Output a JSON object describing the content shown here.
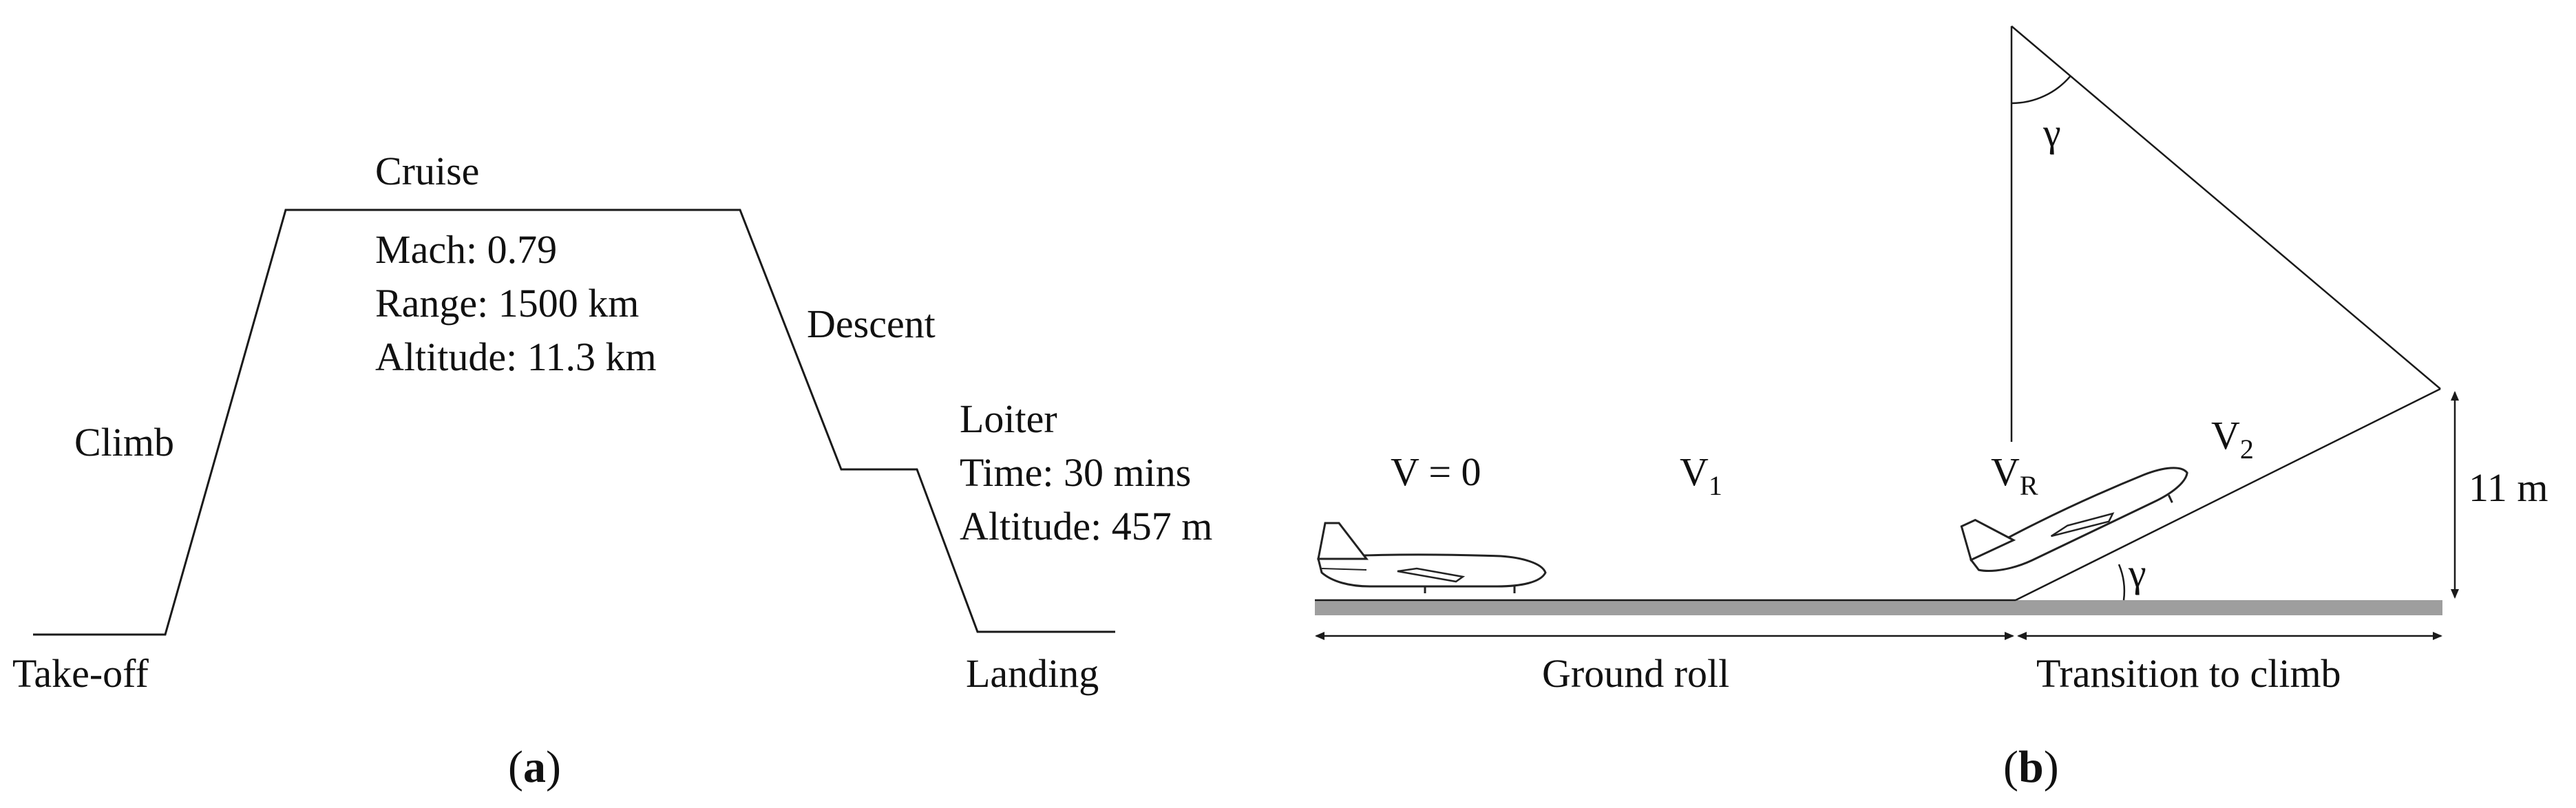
{
  "panel_a": {
    "labels": {
      "takeoff": "Take-off",
      "climb": "Climb",
      "cruise": "Cruise",
      "descent": "Descent",
      "loiter": "Loiter",
      "landing": "Landing"
    },
    "cruise_specs": {
      "mach": "Mach:  0.79",
      "range": "Range: 1500 km",
      "altitude": "Altitude: 11.3 km"
    },
    "loiter_specs": {
      "time": "Time: 30 mins",
      "altitude": "Altitude: 457 m"
    },
    "caption_open": "(",
    "caption_letter": "a",
    "caption_close": ")"
  },
  "panel_b": {
    "v_zero": "V = 0",
    "v1_main": "V",
    "v1_sub": "1",
    "vr_main": "V",
    "vr_sub": "R",
    "v2_main": "V",
    "v2_sub": "2",
    "gamma_top": "γ",
    "gamma_bottom": "γ",
    "height": "11 m",
    "ground_roll": "Ground roll",
    "transition": "Transition to climb",
    "caption_open": "(",
    "caption_letter": "b",
    "caption_close": ")"
  },
  "colors": {
    "runway": "#9e9e9e",
    "line": "#1a1a1a"
  }
}
